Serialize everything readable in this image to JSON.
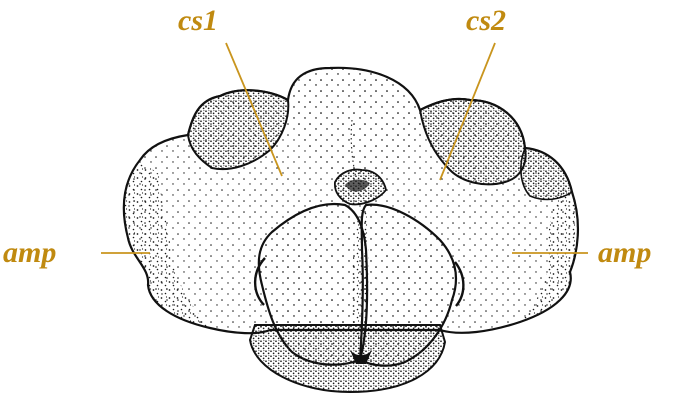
{
  "colors": {
    "label": "#c08a10",
    "leader": "#c9951e",
    "outline": "#111111",
    "stipple": "#1a1a1a",
    "background": "#ffffff"
  },
  "labels": {
    "cs1": "cs1",
    "cs2": "cs2",
    "amp_left": "amp",
    "amp_right": "amp"
  }
}
